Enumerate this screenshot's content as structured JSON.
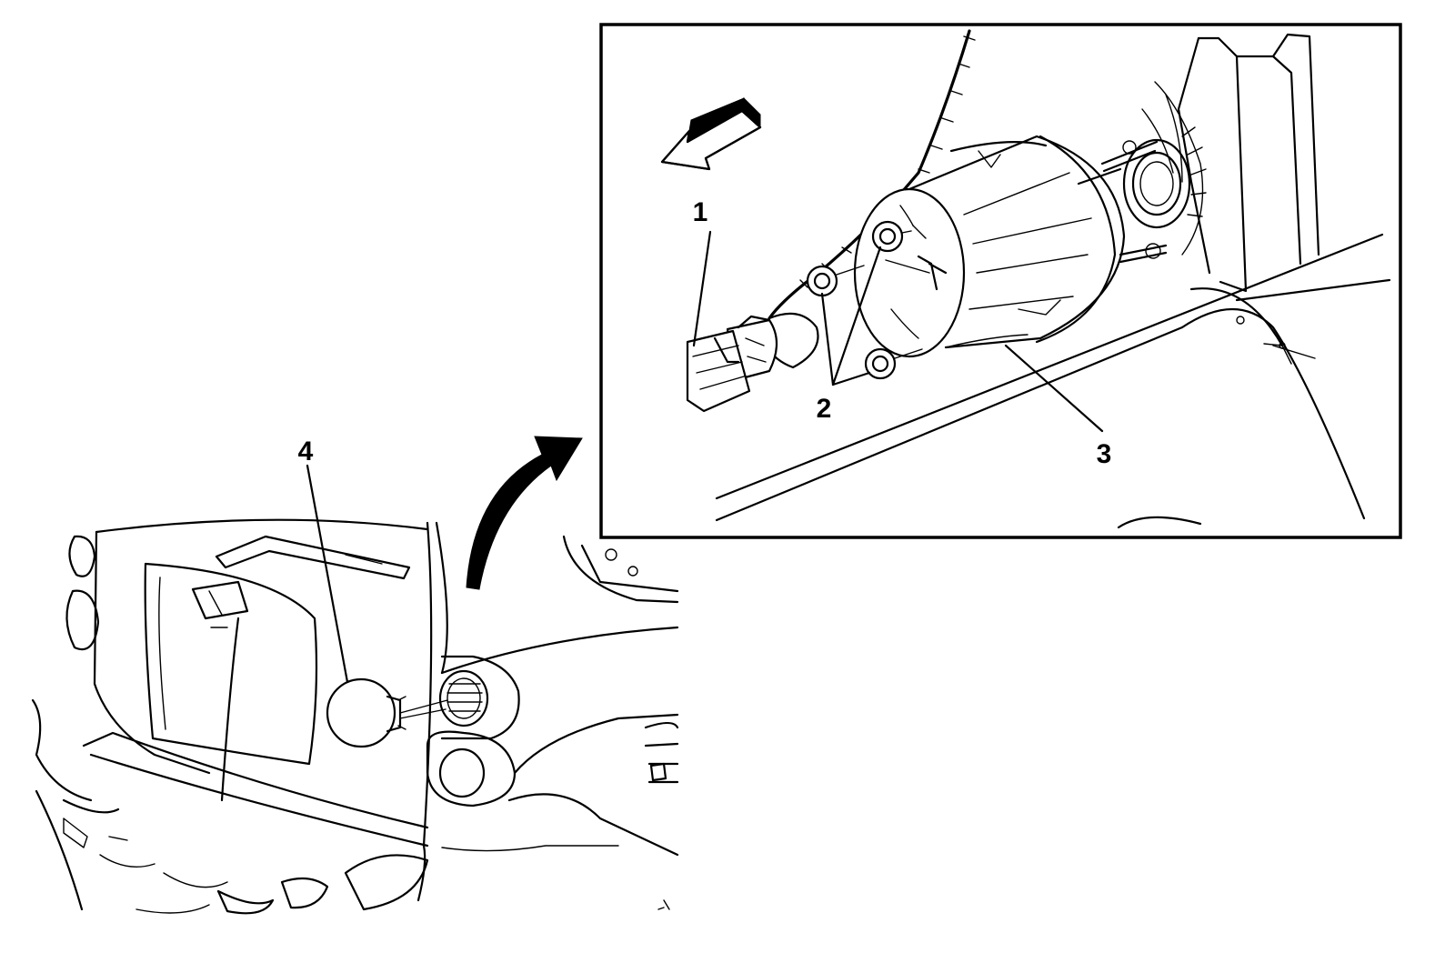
{
  "callouts": [
    {
      "id": "1",
      "text": "1"
    },
    {
      "id": "2",
      "text": "2"
    },
    {
      "id": "3",
      "text": "3"
    },
    {
      "id": "4",
      "text": "4"
    }
  ],
  "colors": {
    "line": "#000000",
    "background": "#ffffff"
  },
  "icons": {
    "direction_arrow": "forward-direction-arrow-icon",
    "transition_arrow": "curved-transition-arrow-icon"
  }
}
